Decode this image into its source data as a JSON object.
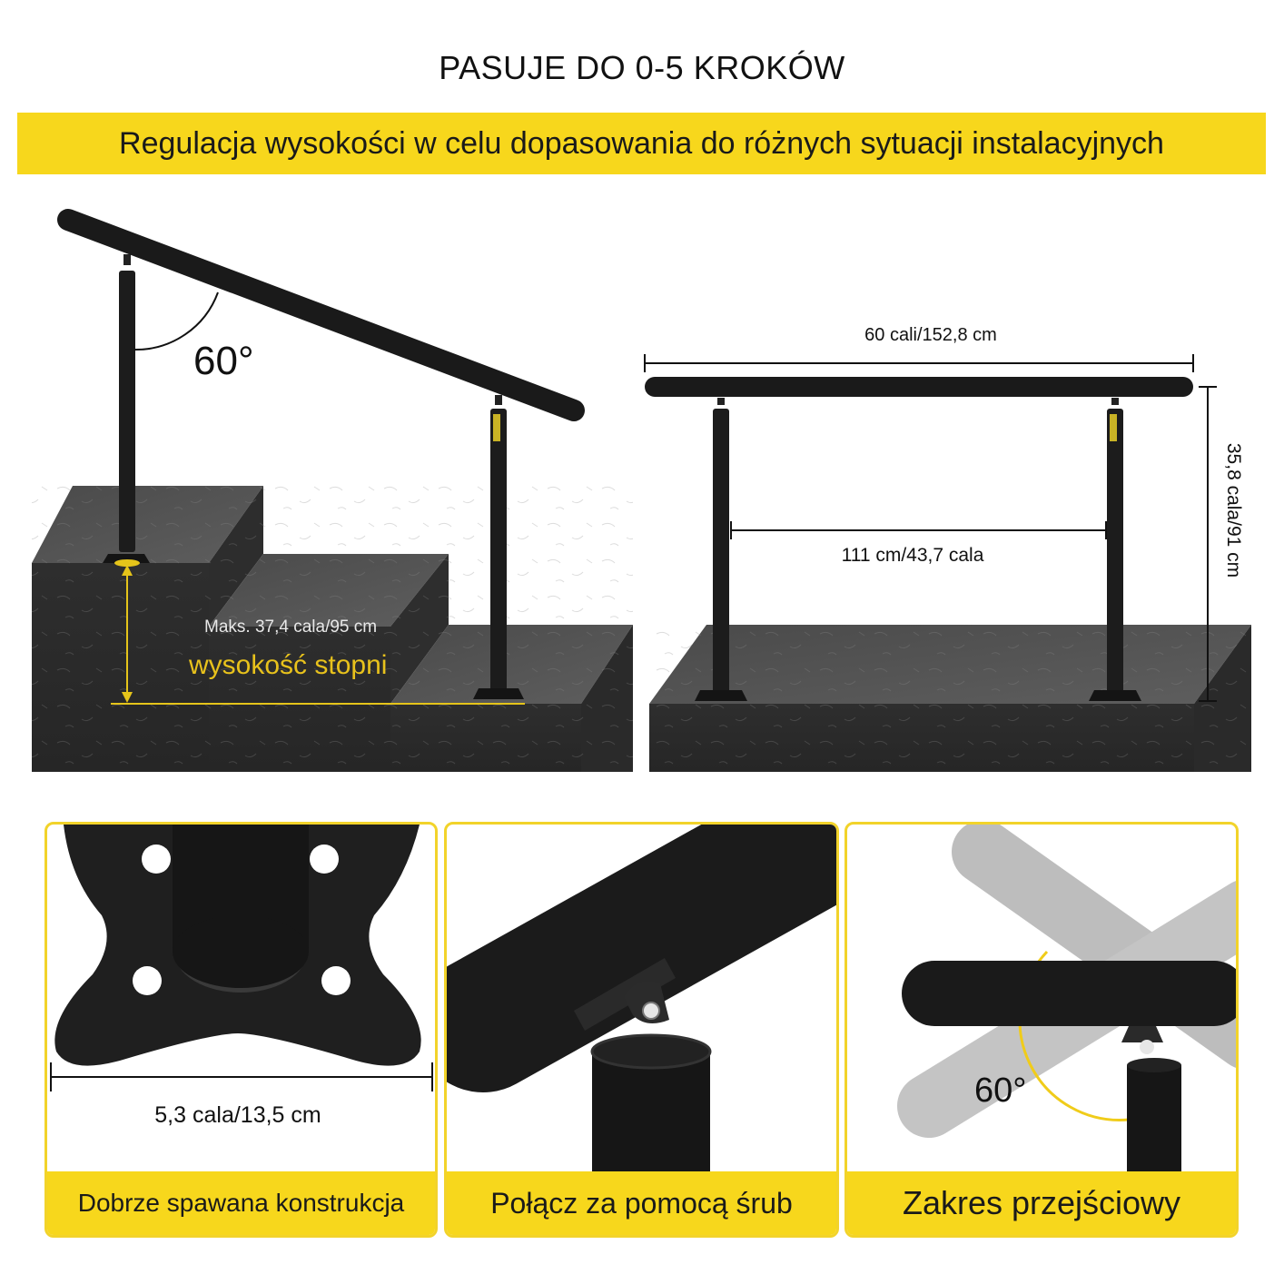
{
  "header": {
    "title": "PASUJE DO 0-5 KROKÓW",
    "banner": "Regulacja wysokości w celu dopasowania do różnych sytuacji instalacyjnych"
  },
  "left_diagram": {
    "angle_label": "60°",
    "max_label": "Maks. 37,4 cala/95 cm",
    "step_label": "wysokość stopni"
  },
  "right_diagram": {
    "width_label": "60 cali/152,8 cm",
    "spacing_label": "111 cm/43,7 cala",
    "height_label": "35,8 cala/91 cm"
  },
  "cards": [
    {
      "dimension": "5,3 cala/13,5 cm",
      "caption": "Dobrze spawana konstrukcja"
    },
    {
      "caption": "Połącz za pomocą śrub"
    },
    {
      "angle_label": "60°",
      "caption": "Zakres przejściowy"
    }
  ],
  "colors": {
    "accent": "#f7d71c",
    "rail": "#1c1c1c",
    "stone": "#3a3a3a"
  }
}
